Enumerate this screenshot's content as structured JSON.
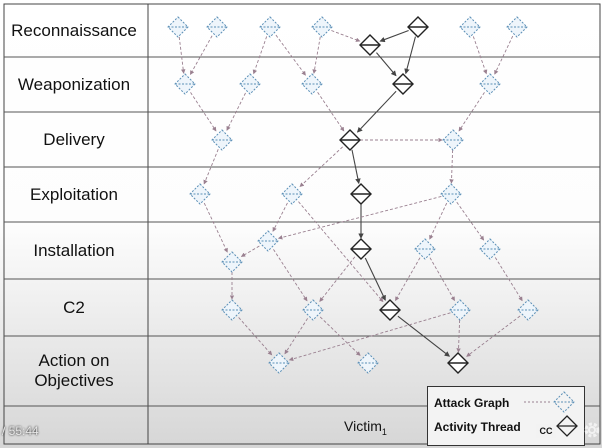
{
  "phases": [
    "Reconnaissance",
    "Weaponization",
    "Delivery",
    "Exploitation",
    "Installation",
    "C2",
    "Action on\nObjectives"
  ],
  "victim_label": "Victim",
  "victim_subscript": "1",
  "legend": {
    "attack_graph": "Attack Graph",
    "activity_thread": "Activity Thread"
  },
  "player": {
    "timecode": "/ 55:44",
    "cc_label": "CC"
  },
  "colors": {
    "attack_graph": "#5b8fb6",
    "activity_thread": "#222222",
    "edge": "#9a8090"
  }
}
